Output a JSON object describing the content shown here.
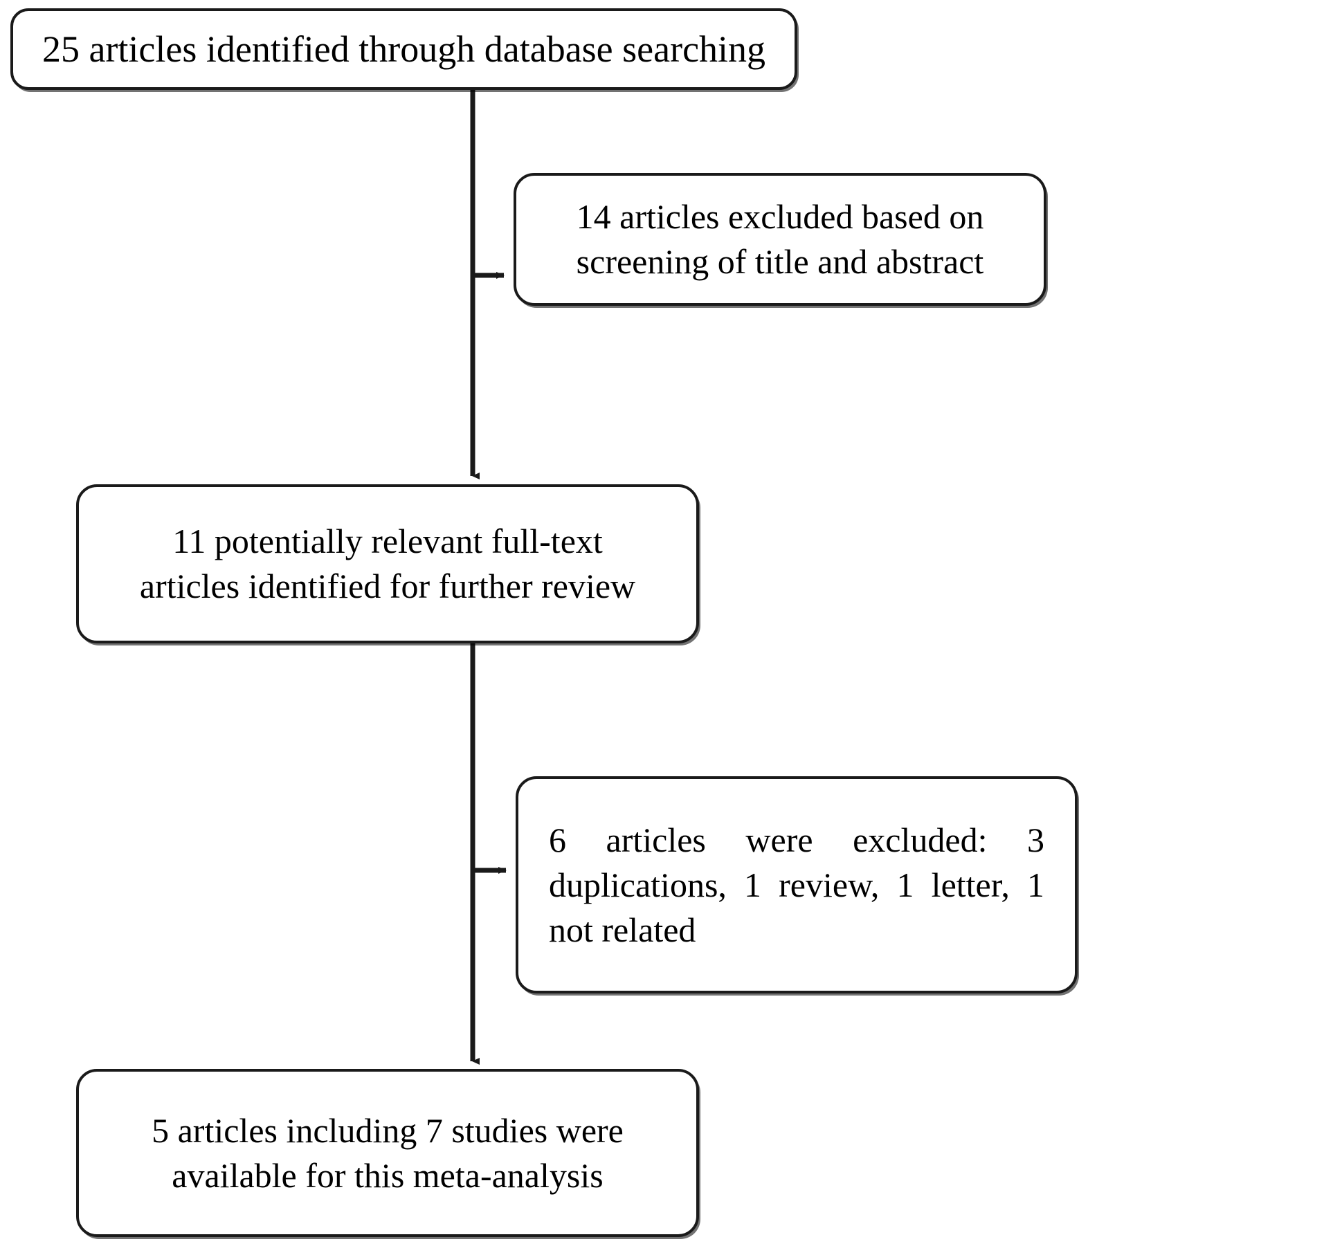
{
  "diagram": {
    "type": "prisma-flow-diagram",
    "orientation": "vertical",
    "stroke_color": "#1a1a1a",
    "fill_color": "#ffffff",
    "text_color": "#000000",
    "nodes": {
      "identified": {
        "name": "records-identified",
        "line1": "25 articles identified through database searching",
        "count": 25,
        "align": "center"
      },
      "excluded_screening": {
        "name": "records-excluded-screening",
        "line1": "14 articles excluded based on",
        "line2": "screening of title and abstract",
        "count": 14,
        "align": "center"
      },
      "fulltext": {
        "name": "full-text-articles-assessed",
        "line1": "11 potentially relevant full-text",
        "line2": "articles identified for further review",
        "count": 11,
        "align": "center"
      },
      "excluded_fulltext": {
        "name": "full-text-articles-excluded",
        "line1": "6 articles were excluded: 3",
        "line2": "duplications, 1 review, 1 letter, 1",
        "line3": "not related",
        "count": 6,
        "align": "justify"
      },
      "included": {
        "name": "studies-included-in-meta-analysis",
        "line1": "5 articles including 7 studies were",
        "line2": "available for this meta-analysis",
        "articles": 5,
        "studies": 7,
        "align": "center"
      }
    },
    "edges": [
      {
        "name": "identified-to-fulltext",
        "from": "identified",
        "to": "fulltext",
        "kind": "vertical-arrow"
      },
      {
        "name": "identified-to-excluded-screening",
        "from": "identified",
        "to": "excluded_screening",
        "kind": "elbow-right-arrow"
      },
      {
        "name": "fulltext-to-included",
        "from": "fulltext",
        "to": "included",
        "kind": "vertical-arrow"
      },
      {
        "name": "fulltext-to-excluded-fulltext",
        "from": "fulltext",
        "to": "excluded_fulltext",
        "kind": "elbow-right-arrow"
      }
    ]
  }
}
